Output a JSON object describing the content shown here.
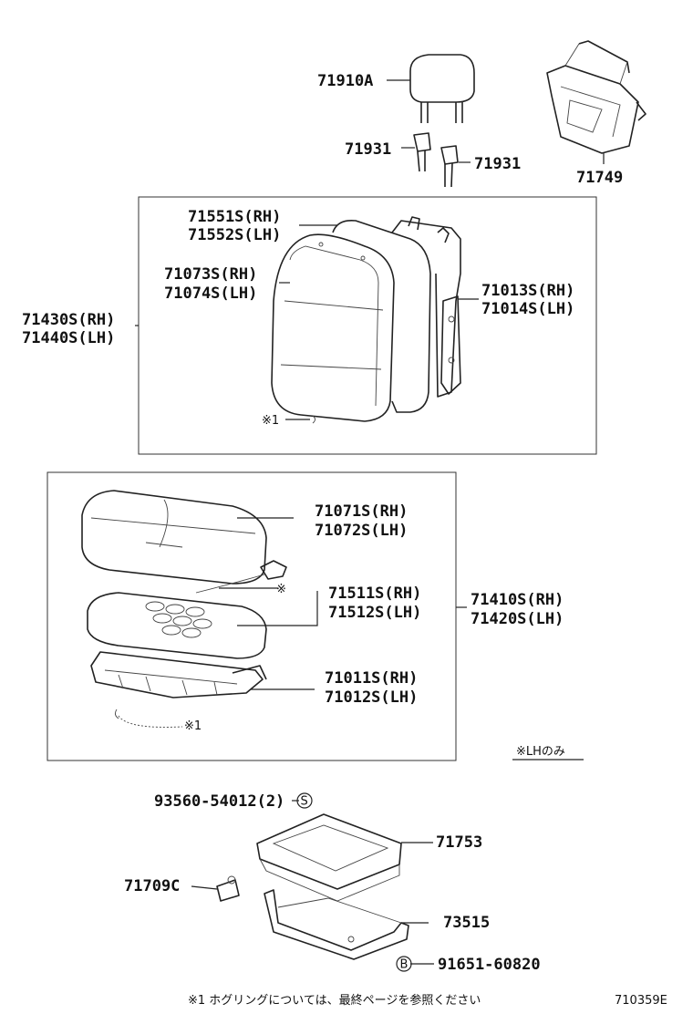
{
  "parts": {
    "headrest": "71910A",
    "support_left": "71931",
    "support_right": "71931",
    "net": "71749",
    "back_cover_upper_rh": "71551S(RH)",
    "back_cover_upper_lh": "71552S(LH)",
    "back_cover_rh": "71073S(RH)",
    "back_cover_lh": "71074S(LH)",
    "back_assy_rh": "71430S(RH)",
    "back_assy_lh": "71440S(LH)",
    "back_frame_rh": "71013S(RH)",
    "back_frame_lh": "71014S(LH)",
    "hog_ring_back": "※1",
    "cushion_cover_rh": "71071S(RH)",
    "cushion_cover_lh": "71072S(LH)",
    "cushion_pad_rh": "71511S(RH)",
    "cushion_pad_lh": "71512S(LH)",
    "cushion_pad_note": "※",
    "cushion_assy_rh": "71410S(RH)",
    "cushion_assy_lh": "71420S(LH)",
    "cushion_frame_rh": "71011S(RH)",
    "cushion_frame_lh": "71012S(LH)",
    "hog_ring_cushion": "※1",
    "lh_only_note": "※LHのみ",
    "screw": "93560-54012(2)",
    "screw_mark": "S",
    "tray": "71753",
    "clip": "71709C",
    "bracket": "73515",
    "bolt": "91651-60820",
    "bolt_mark": "B"
  },
  "footer": {
    "note": "※1  ホグリングについては、最終ページを参照ください",
    "figure_id": "710359E"
  }
}
